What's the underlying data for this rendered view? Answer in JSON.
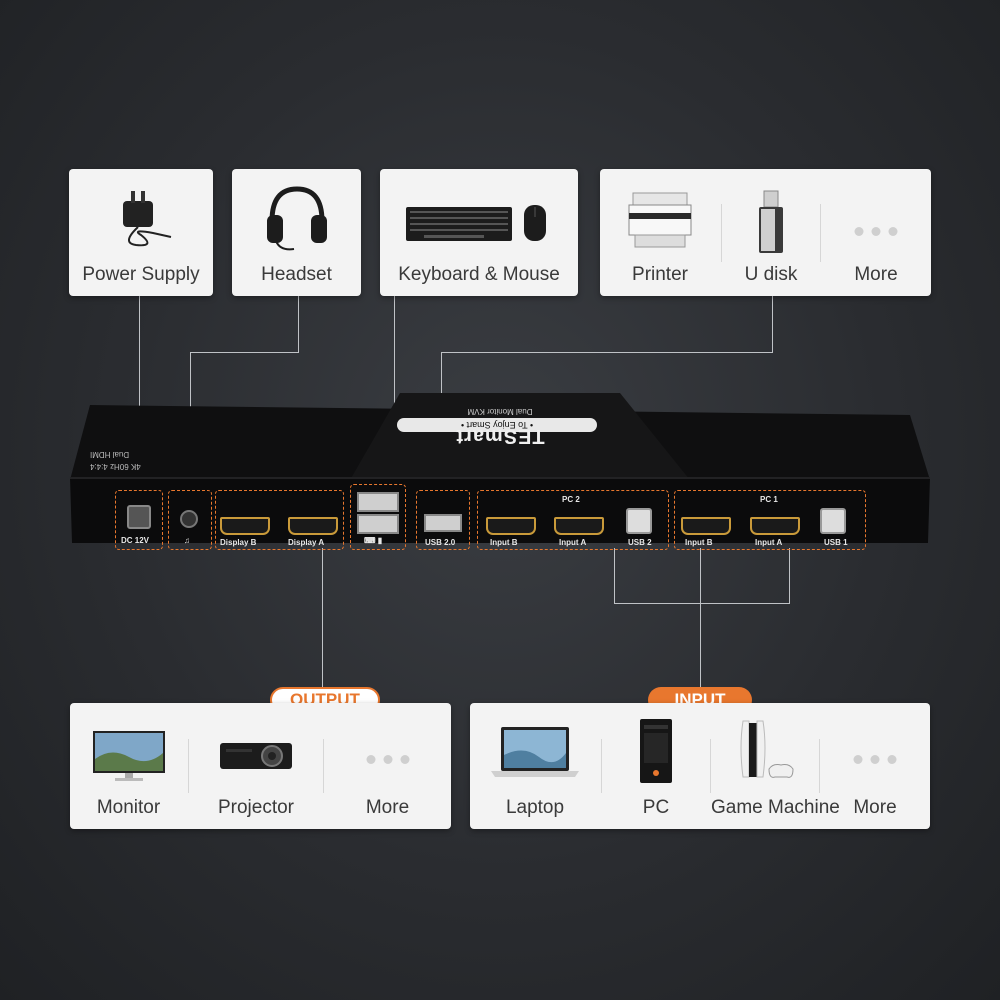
{
  "top_cards": {
    "power_supply": "Power Supply",
    "headset": "Headset",
    "keyboard_mouse": "Keyboard & Mouse",
    "printer": "Printer",
    "u_disk": "U disk",
    "more": "More"
  },
  "device": {
    "brand": "TESmart",
    "tagline": "• To Enjoy Smart •",
    "model": "Dual Monitor KVM",
    "side_label_1": "Dual HDMI",
    "side_label_2": "4K 60Hz 4:4:4",
    "ports": {
      "dc": "DC 12V",
      "display_b": "Display B",
      "display_a": "Display A",
      "usb20": "USB 2.0",
      "pc2": "PC 2",
      "pc1": "PC 1",
      "input_b": "Input B",
      "input_a": "Input A",
      "usb2": "USB 2",
      "usb1": "USB 1"
    }
  },
  "badges": {
    "output": "OUTPUT",
    "input": "INPUT"
  },
  "bottom_cards": {
    "monitor": "Monitor",
    "projector": "Projector",
    "more_out": "More",
    "laptop": "Laptop",
    "pc": "PC",
    "game_machine": "Game Machine",
    "more_in": "More"
  },
  "colors": {
    "accent": "#e8772e",
    "card_bg": "#f3f3f3",
    "background": "#2a2c30"
  }
}
